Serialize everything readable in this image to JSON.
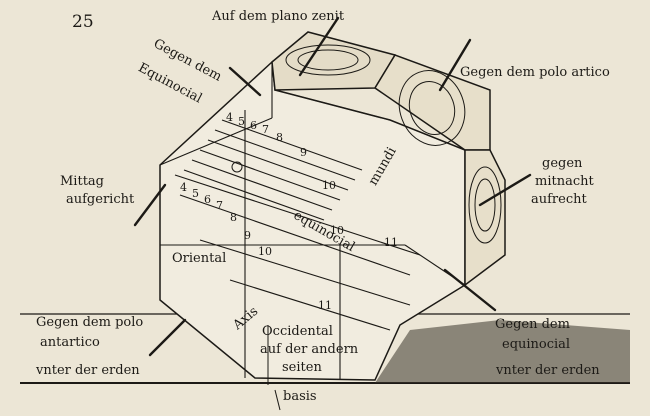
{
  "page": {
    "number": "25"
  },
  "labels": {
    "plano_zenit": "Auf dem plano zenit",
    "polo_artico": "Gegen dem polo artico",
    "equinoctial_top": [
      "Gegen dem",
      "Equinocial"
    ],
    "mittag": [
      "Mittag",
      "aufgericht"
    ],
    "mitnacht": [
      "gegen",
      "mitnacht",
      "aufrecht"
    ],
    "mundi": "mundi",
    "equinocial_face": "equinocial",
    "oriental": "Oriental",
    "occidental": [
      "Occidental",
      "auf der andern",
      "seiten"
    ],
    "axis": "Axis",
    "polo_antartico": [
      "Gegen dem polo",
      "antartico",
      "vnter der erden"
    ],
    "equinocial_bottom": [
      "Gegen dem",
      "equinocial",
      "vnter der erden"
    ],
    "basis": "basis"
  },
  "hour_numbers_top": [
    "4",
    "5",
    "6",
    "7",
    "8",
    "9",
    "10"
  ],
  "hour_numbers_bottom": [
    "4",
    "5",
    "6",
    "7",
    "8",
    "9",
    "10"
  ],
  "hour_numbers_right": [
    "10",
    "11",
    "11"
  ],
  "colors": {
    "paper": "#ece6d6",
    "ink": "#1c1a16",
    "shade": "#3a352c"
  }
}
